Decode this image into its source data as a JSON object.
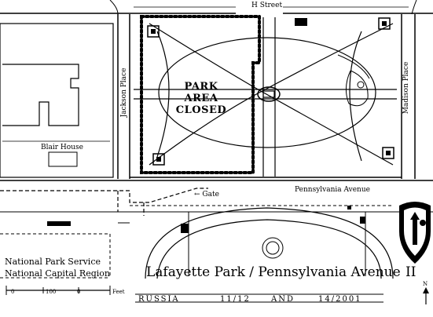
{
  "map": {
    "streets": {
      "h_street": "H Street",
      "jackson_place": "Jackson Place",
      "madison_place": "Madison Place",
      "pennsylvania_avenue": "Pennsylvania Avenue"
    },
    "buildings": {
      "blair_house": "Blair House"
    },
    "closed_area": {
      "line1": "PARK",
      "line2": "AREA",
      "line3": "CLOSED"
    },
    "gate_label": "← Gate",
    "title": "Lafayette Park / Pennsylvania Avenue",
    "agency": {
      "line1": "National Park Service",
      "line2": "National Capital Region"
    },
    "footer": {
      "visit": "RUSSIA",
      "date_1": "11/12",
      "and_word": "AND",
      "date_2": "14/2001"
    },
    "scale": {
      "zero": "0",
      "tick_1": "100",
      "tick_2": "0",
      "unit": "Feet"
    },
    "north_arrow": "N",
    "page_mark": "II"
  }
}
